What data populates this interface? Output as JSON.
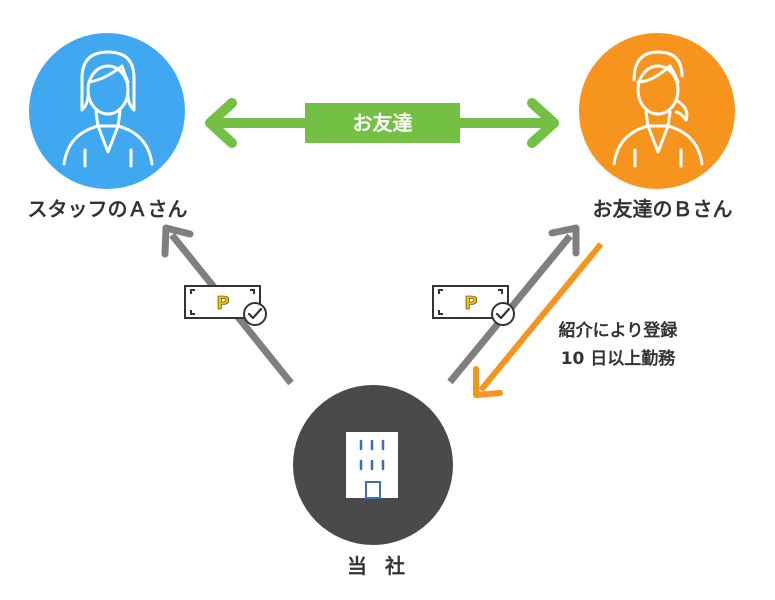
{
  "nodes": {
    "staff_a": {
      "label": "スタッフのＡさん",
      "color": "#40A8F0"
    },
    "friend_b": {
      "label": "お友達のＢさん",
      "color": "#F7941D"
    },
    "company": {
      "label": "当社",
      "color": "#4A4A4A"
    }
  },
  "relations": {
    "friendship": {
      "label": "お友達",
      "color": "#74C044"
    },
    "referral": {
      "line1": "紹介により登録",
      "line2": "10 日以上勤務",
      "color": "#F7941D"
    },
    "reward_arrow_color": "#7F7F7F"
  },
  "reward_ticket": {
    "symbol": "P",
    "icon": "point-ticket-icon",
    "check_icon": "check-circle-icon"
  },
  "company_icon": "office-building-icon"
}
